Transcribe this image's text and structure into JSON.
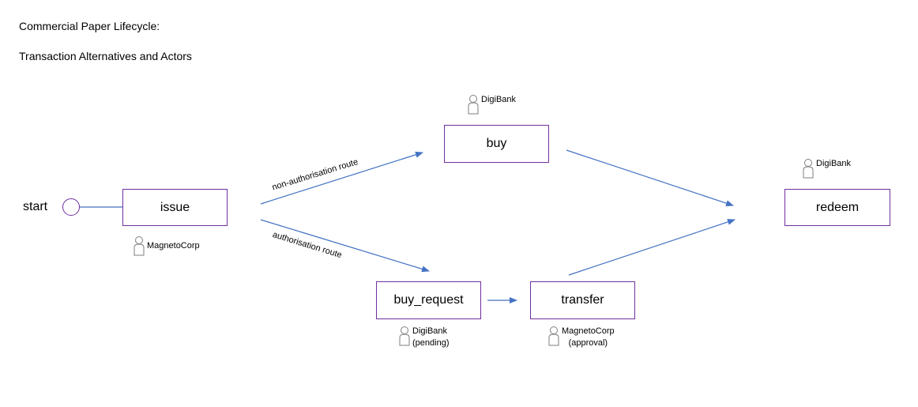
{
  "title": {
    "line1": "Commercial Paper Lifecycle:",
    "line2": "Transaction Alternatives and Actors"
  },
  "start": {
    "label": "start"
  },
  "nodes": {
    "issue": "issue",
    "buy": "buy",
    "buy_request": "buy_request",
    "transfer": "transfer",
    "redeem": "redeem"
  },
  "actors": {
    "issue": {
      "name": "MagnetoCorp",
      "icon": "person-icon"
    },
    "buy": {
      "name": "DigiBank",
      "icon": "person-icon"
    },
    "redeem": {
      "name": "DigiBank",
      "icon": "person-icon"
    },
    "buy_request": {
      "name": "DigiBank",
      "note": "(pending)",
      "icon": "person-icon"
    },
    "transfer": {
      "name": "MagnetoCorp",
      "note": "(approval)",
      "icon": "person-icon"
    }
  },
  "edges": {
    "non_authorisation": "non-authorisation route",
    "authorisation": "authorisation route"
  },
  "colors": {
    "box_border": "#7030a0",
    "arrow": "#4472c4",
    "actor_icon": "#7f7f7f"
  }
}
